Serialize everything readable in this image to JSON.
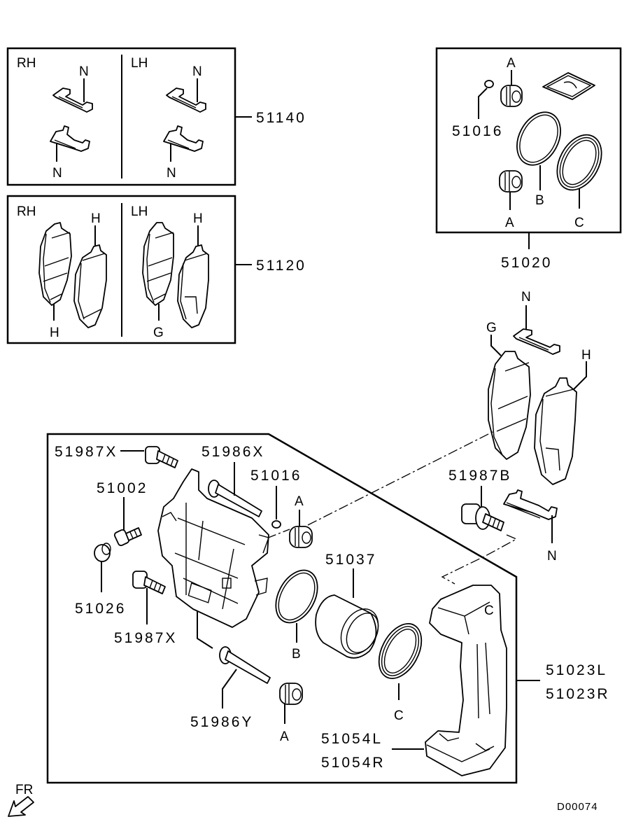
{
  "diagram": {
    "title_code": "D00074",
    "direction_label": "FR",
    "colors": {
      "line": "#000000",
      "background": "#ffffff"
    },
    "pad_clip_kit": {
      "part_number": "51140",
      "sides": [
        {
          "side": "RH",
          "callouts": [
            "N",
            "N"
          ]
        },
        {
          "side": "LH",
          "callouts": [
            "N",
            "N"
          ]
        }
      ]
    },
    "pad_set": {
      "part_number": "51120",
      "sides": [
        {
          "side": "RH",
          "callouts": [
            "H",
            "H"
          ]
        },
        {
          "side": "LH",
          "callouts": [
            "H",
            "G"
          ]
        }
      ]
    },
    "seal_kit": {
      "part_number": "51020",
      "contents": {
        "pin": "51016",
        "boot_top": "A",
        "boot_bottom": "A",
        "piston_seal": "B",
        "piston_boot": "C"
      }
    },
    "exploded": {
      "pad_clip": "N",
      "pad_inner": "G",
      "pad_outer": "H",
      "bracket_bolt": "51987B",
      "bracket_clip": "N"
    },
    "caliper_assembly": {
      "bolt_top": "51987X",
      "guide_pin_x": "51986X",
      "pin": "51016",
      "boot_top": "A",
      "bleeder_screw": "51002",
      "bleeder_cap": "51026",
      "bolt_bottom": "51987X",
      "piston": "51037",
      "piston_seal": "B",
      "guide_pin_y": "51986Y",
      "boot_bottom": "A",
      "piston_boot": "C",
      "bracket_lines": [
        "51054L",
        "51054R"
      ],
      "body_lines": [
        "51023L",
        "51023R"
      ]
    }
  }
}
